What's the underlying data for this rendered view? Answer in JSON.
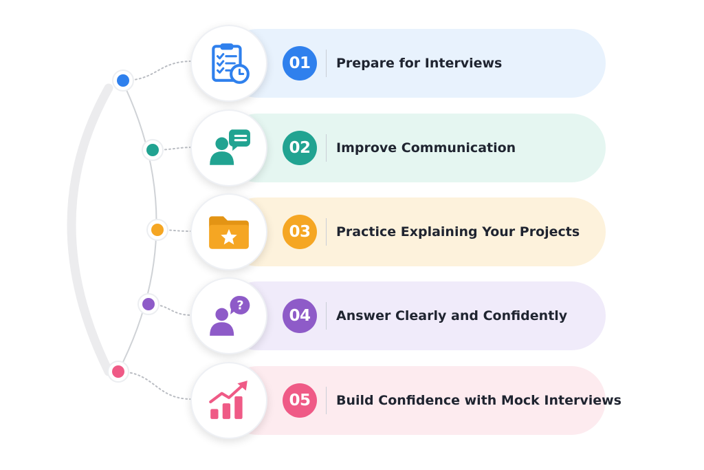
{
  "steps": [
    {
      "number": "01",
      "title": "Prepare for Interviews",
      "icon": "clipboard-checklist-clock-icon",
      "color": "#2f80ed",
      "bg": "#e8f2fd"
    },
    {
      "number": "02",
      "title": "Improve Communication",
      "icon": "person-speech-bubble-icon",
      "color": "#21a391",
      "bg": "#e5f6f1"
    },
    {
      "number": "03",
      "title": "Practice Explaining Your Projects",
      "icon": "folder-star-icon",
      "color": "#f5a623",
      "bg": "#fdf2dc"
    },
    {
      "number": "04",
      "title": "Answer Clearly and Confidently",
      "icon": "person-question-bubble-icon",
      "color": "#8e5bc8",
      "bg": "#f0ebfa"
    },
    {
      "number": "05",
      "title": "Build Confidence with Mock Interviews",
      "icon": "growth-bar-chart-icon",
      "color": "#ef5a86",
      "bg": "#fdebef"
    }
  ]
}
